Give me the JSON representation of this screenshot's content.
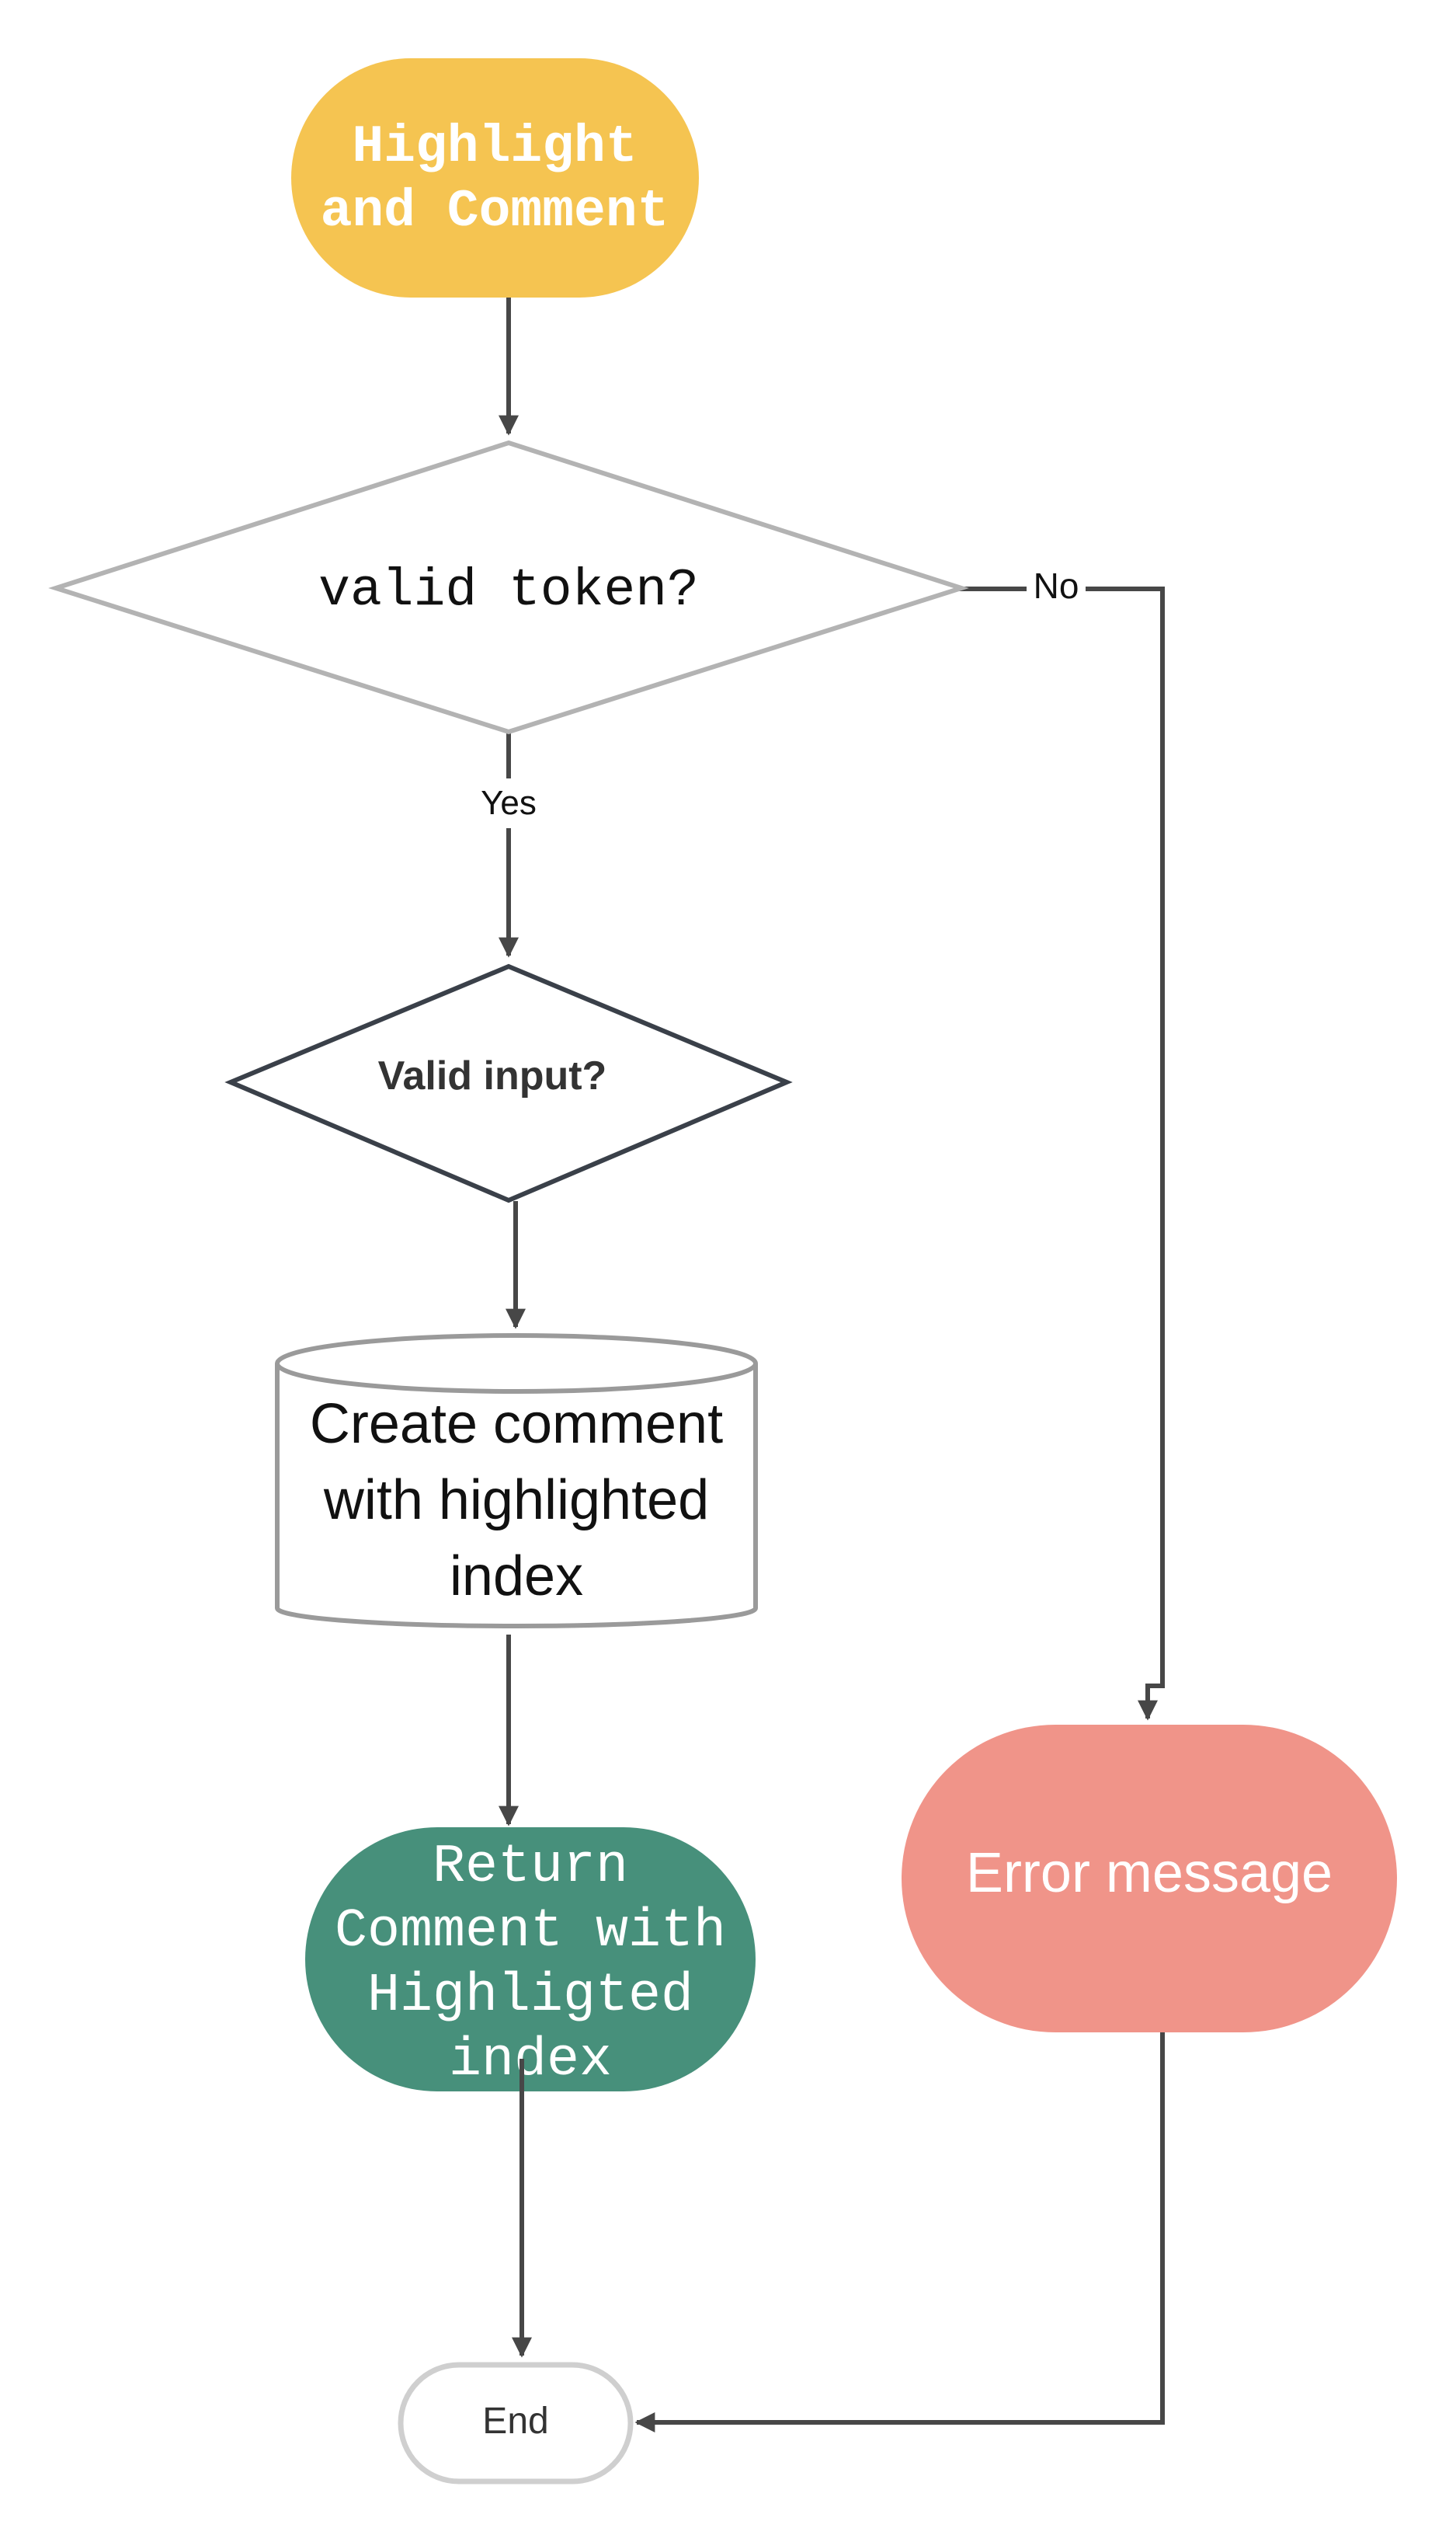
{
  "nodes": {
    "start": {
      "lines": [
        "Highlight",
        "and Comment"
      ],
      "fill": "#F5C451"
    },
    "valid_token": {
      "label": "valid token?"
    },
    "valid_input": {
      "label": "Valid input?"
    },
    "create_comment": {
      "lines": [
        "Create comment",
        "with highlighted",
        "index"
      ]
    },
    "return_comment": {
      "lines": [
        "Return",
        "Comment with",
        "Highligted",
        "index"
      ],
      "fill": "#47907B"
    },
    "error_message": {
      "label": "Error message",
      "fill": "#F09489"
    },
    "end": {
      "label": "End"
    }
  },
  "edges": {
    "no_label": "No",
    "yes_label": "Yes"
  },
  "colors": {
    "connector": "#474747",
    "diamond_gray": "#B3B3B3",
    "diamond_dark": "#3A4049",
    "cylinder_stroke": "#9A9A9A",
    "end_stroke": "#CFCFCF"
  }
}
